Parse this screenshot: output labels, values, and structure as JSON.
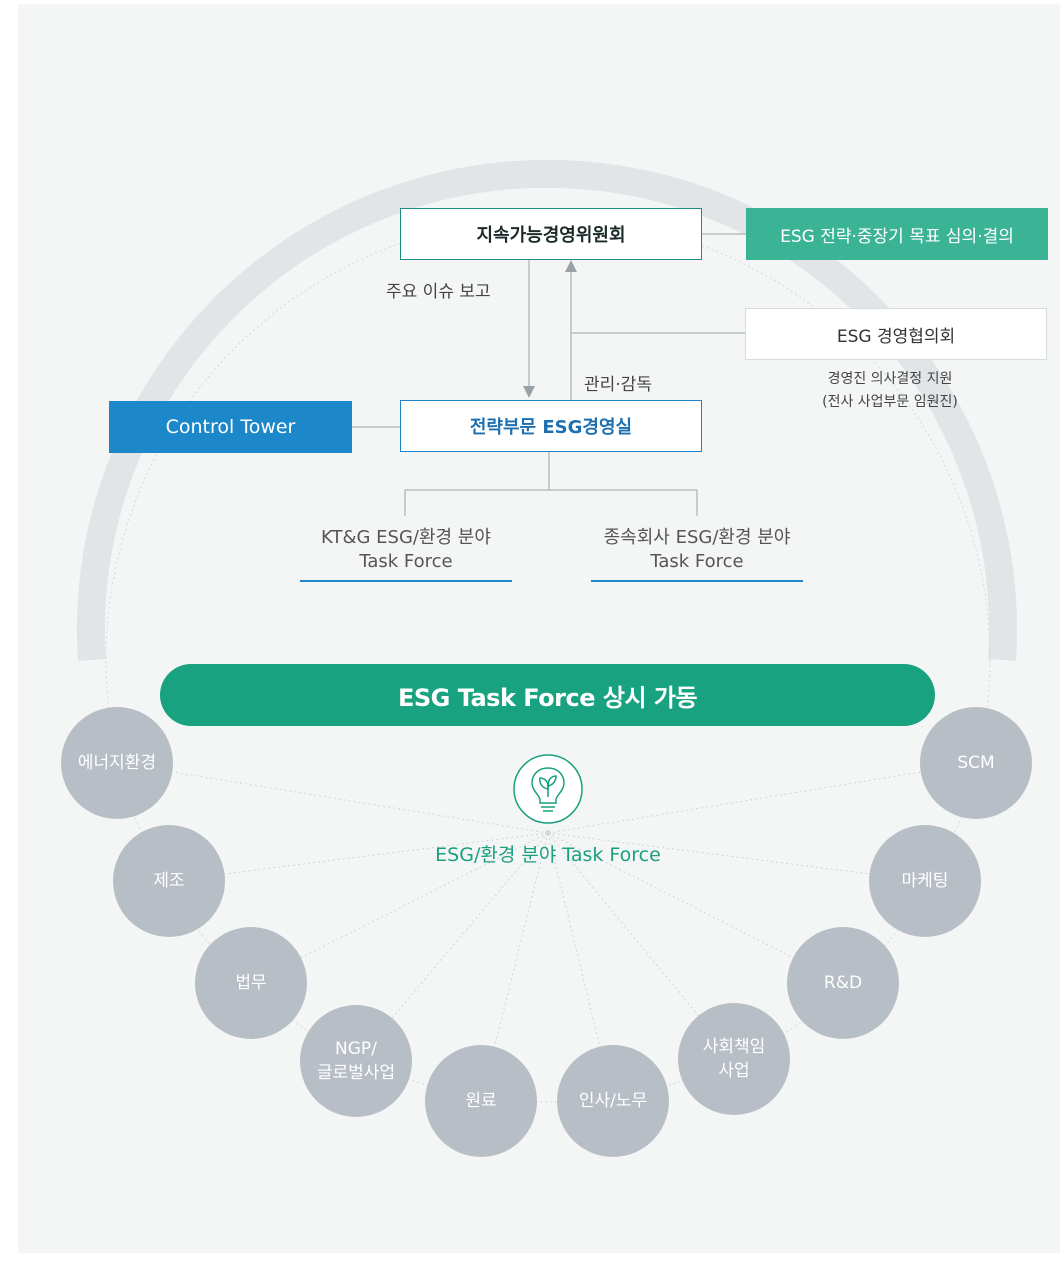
{
  "diagram": {
    "committee": "지속가능경영위원회",
    "decision": "ESG 전략·중장기 목표 심의·결의",
    "report_label": "주요 이슈 보고",
    "supervise_label": "관리·감독",
    "council": {
      "name": "ESG 경영협의회",
      "desc_line1": "경영진 의사결정 지원",
      "desc_line2": "(전사 사업부문 임원진)"
    },
    "control_tower": "Control Tower",
    "office": "전략부문 ESG경영실",
    "task_forces": [
      {
        "line1": "KT&G ESG/환경 분야",
        "line2": "Task Force"
      },
      {
        "line1": "종속회사 ESG/환경 분야",
        "line2": "Task Force"
      }
    ],
    "banner": "ESG Task Force 상시 가동",
    "center_icon": "lightbulb-leaf-icon",
    "center_label": "ESG/환경 분야 Task Force",
    "units": [
      {
        "line1": "에너지환경",
        "line2": ""
      },
      {
        "line1": "제조",
        "line2": ""
      },
      {
        "line1": "법무",
        "line2": ""
      },
      {
        "line1": "NGP/",
        "line2": "글로벌사업"
      },
      {
        "line1": "원료",
        "line2": ""
      },
      {
        "line1": "인사/노무",
        "line2": ""
      },
      {
        "line1": "사회책임",
        "line2": "사업"
      },
      {
        "line1": "R&D",
        "line2": ""
      },
      {
        "line1": "마케팅",
        "line2": ""
      },
      {
        "line1": "SCM",
        "line2": ""
      }
    ],
    "colors": {
      "green": "#18a27f",
      "light_green": "#3bb395",
      "blue": "#1c87c9",
      "circle_gray": "#b8bec5",
      "ring_gray": "#e2e5e7"
    }
  }
}
